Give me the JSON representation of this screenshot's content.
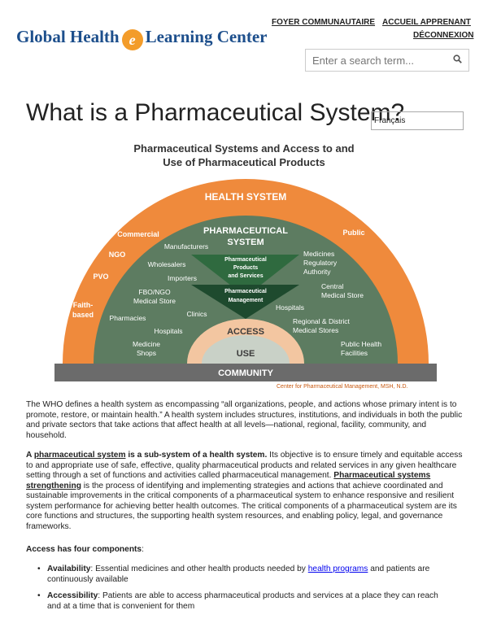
{
  "nav": {
    "community_home": "FOYER COMMUNAUTAIRE",
    "learner_home": "ACCUEIL APPRENANT",
    "logout": "DÉCONNEXION"
  },
  "logo": {
    "part1": "Global Health",
    "e": "e",
    "part2": "Learning Center"
  },
  "search": {
    "placeholder": "Enter a search term..."
  },
  "page_title": "What is a Pharmaceutical System?",
  "language_select": {
    "selected": "Français"
  },
  "diagram": {
    "title_line1": "Pharmaceutical Systems and Access to and",
    "title_line2": "Use of Pharmaceutical Products",
    "health_system": "HEALTH SYSTEM",
    "commercial": "Commercial",
    "public": "Public",
    "ngo": "NGO",
    "pvo": "PVO",
    "faith1": "Faith-",
    "faith2": "based",
    "pharma1": "PHARMACEUTICAL",
    "pharma2": "SYSTEM",
    "manufacturers": "Manufacturers",
    "wholesalers": "Wholesalers",
    "importers": "Importers",
    "fbo1": "FBO/NGO",
    "fbo2": "Medical Store",
    "clinics": "Clinics",
    "pharmacies": "Pharmacies",
    "hospitals_left": "Hospitals",
    "medicine_shops1": "Medicine",
    "medicine_shops2": "Shops",
    "mra1": "Medicines",
    "mra2": "Regulatory",
    "mra3": "Authority",
    "cms1": "Central",
    "cms2": "Medical Store",
    "hospitals_right": "Hospitals",
    "rdms1": "Regional & District",
    "rdms2": "Medical Stores",
    "phf1": "Public Health",
    "phf2": "Facilities",
    "products1": "Pharmaceutical",
    "products2": "Products",
    "products3": "and Services",
    "mgmt1": "Pharmaceutical",
    "mgmt2": "Management",
    "access": "ACCESS",
    "use": "USE",
    "community": "COMMUNITY",
    "credit": "Center for Pharmaceutical Management, MSH, N.D."
  },
  "content": {
    "p1": "The WHO defines a health system as encompassing “all organizations, people, and actions whose primary intent is to promote, restore, or maintain health.” A health system includes structures, institutions, and individuals in both the public and private sectors that take actions that affect health at all levels—national, regional, facility, community, and household.",
    "p2_a": "A ",
    "p2_link": "pharmaceutical system",
    "p2_b": " is a sub-system of a health system.",
    "p2_c": " Its objective is to ensure timely and equitable access to and appropriate use of safe, effective, quality pharmaceutical products and related services in any given healthcare setting through a set of functions and activities called pharmaceutical management. ",
    "p2_link2": "Pharmaceutical systems strengthening",
    "p2_d": " is the process of identifying and implementing strategies and actions that achieve coordinated and sustainable improvements in the critical components of a pharmaceutical system to enhance responsive and resilient system performance for achieving better health outcomes. The critical components of a pharmaceutical system are its core functions and structures, the supporting health system resources, and enabling policy, legal, and governance frameworks.",
    "access_heading": "Access has four components",
    "access_colon": ":",
    "b1_term": "Availability",
    "b1_a": ": Essential medicines and other health products needed by ",
    "b1_link": "health programs",
    "b1_b": " and patients are continuously available",
    "b2_term": "Accessibility",
    "b2_a": ": Patients are able to access pharmaceutical products and services at a place they can reach and at a time that is convenient for them"
  },
  "colors": {
    "orange": "#ef8a3c",
    "green": "#5d7c61",
    "dark_green": "#2f5a3c",
    "access": "#f3c6a1",
    "use": "#c9d1c7",
    "community": "#6b6b6b",
    "brand_blue": "#1d4f8c"
  }
}
